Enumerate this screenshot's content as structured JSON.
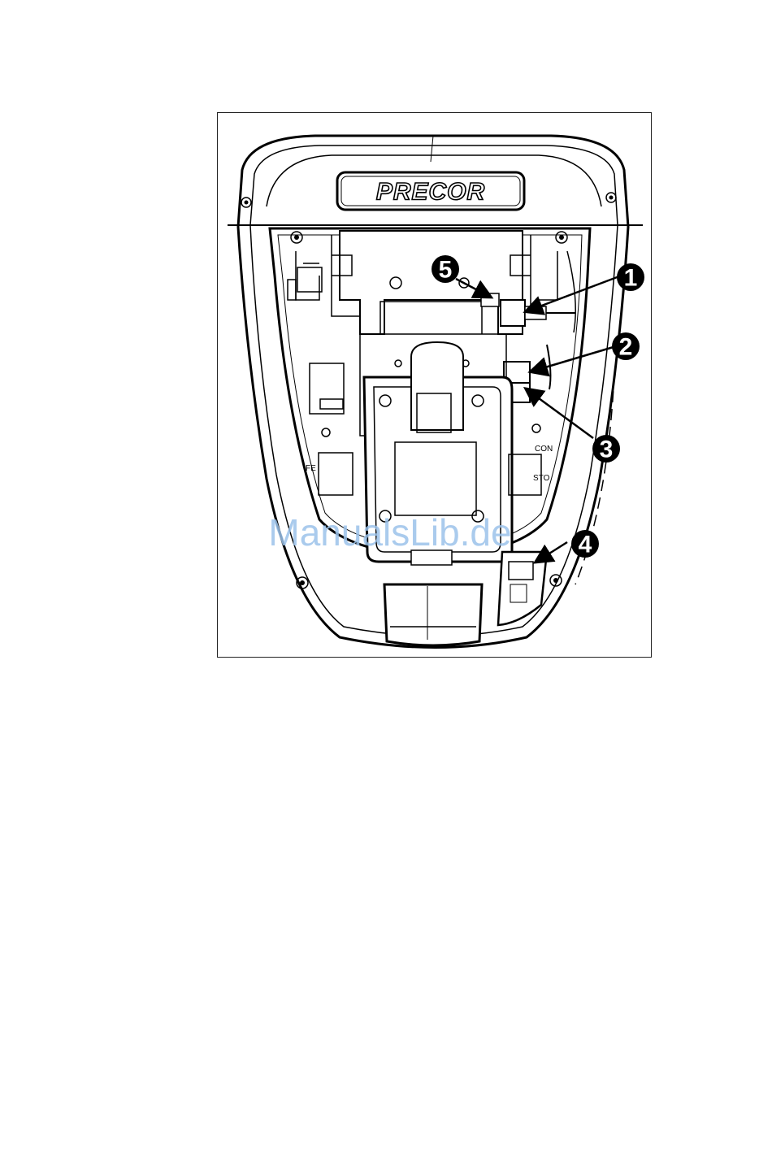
{
  "diagram": {
    "logo_text": "PRECOR",
    "panel_labels": {
      "left_side": "FE",
      "right_top": "CON",
      "right_bottom": "STO"
    },
    "callouts": [
      {
        "id": "1",
        "label": "1"
      },
      {
        "id": "2",
        "label": "2"
      },
      {
        "id": "3",
        "label": "3"
      },
      {
        "id": "4",
        "label": "4"
      },
      {
        "id": "5",
        "label": "5"
      }
    ]
  },
  "watermark": {
    "text": "ManualsLib.de",
    "color": "#9cc2ea"
  },
  "colors": {
    "line": "#000000",
    "background": "#ffffff",
    "frame": "#222222"
  }
}
